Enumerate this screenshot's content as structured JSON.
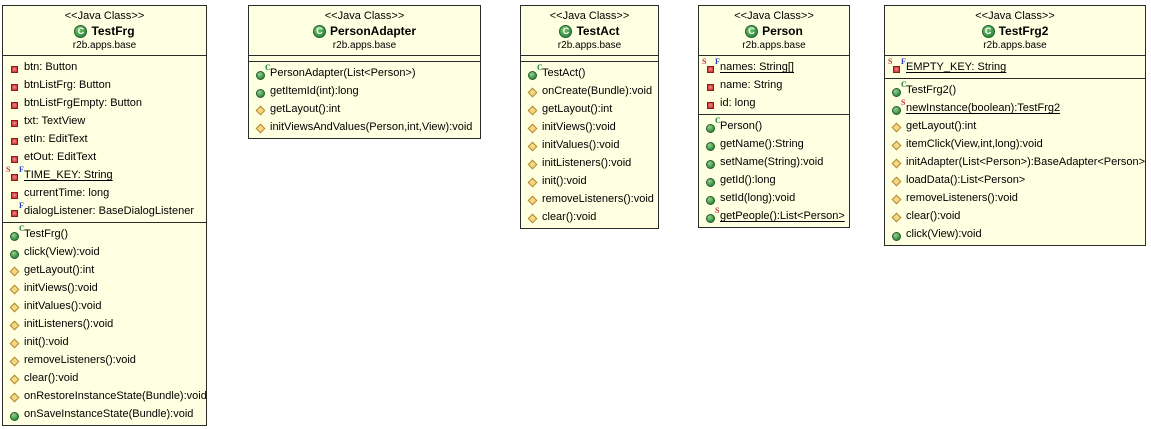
{
  "diagram": {
    "class_icon_letter": "C",
    "colors": {
      "class_fill": "#FFFFE1",
      "border": "#2A2A2A",
      "class_icon_green": "#2F8F3F",
      "public_method_green": "#2E8B3D",
      "protected_method_gold": "#F6D786",
      "private_field_red": "#D23F3F",
      "static_marker_red": "#C42A4A",
      "final_marker_blue": "#2B3FBF",
      "constructor_marker_green": "#0F7D45"
    },
    "icon_legend": {
      "class-icon": "green circle with letter C",
      "private-field-icon": "red square",
      "public-method-icon": "green filled circle",
      "protected-method-icon": "gold diamond",
      "constructor-icon": "green circle with C superscript"
    },
    "classes": [
      {
        "stereotype": "<<Java Class>>",
        "name": "TestFrg",
        "package": "r2b.apps.base",
        "attributes": [
          {
            "text": "btn: Button",
            "icon": "field"
          },
          {
            "text": "btnListFrg: Button",
            "icon": "field"
          },
          {
            "text": "btnListFrgEmpty: Button",
            "icon": "field"
          },
          {
            "text": "txt: TextView",
            "icon": "field"
          },
          {
            "text": "etIn: EditText",
            "icon": "field"
          },
          {
            "text": "etOut: EditText",
            "icon": "field"
          },
          {
            "text": "TIME_KEY: String",
            "icon": "field",
            "sup_left": "S",
            "sup_right": "F",
            "underline": true
          },
          {
            "text": "currentTime: long",
            "icon": "field"
          },
          {
            "text": "dialogListener: BaseDialogListener",
            "icon": "field",
            "sup_right": "F"
          }
        ],
        "methods": [
          {
            "text": "TestFrg()",
            "icon": "public",
            "sup_right": "C"
          },
          {
            "text": "click(View):void",
            "icon": "public"
          },
          {
            "text": "getLayout():int",
            "icon": "protected"
          },
          {
            "text": "initViews():void",
            "icon": "protected"
          },
          {
            "text": "initValues():void",
            "icon": "protected"
          },
          {
            "text": "initListeners():void",
            "icon": "protected"
          },
          {
            "text": "init():void",
            "icon": "protected"
          },
          {
            "text": "removeListeners():void",
            "icon": "protected"
          },
          {
            "text": "clear():void",
            "icon": "protected"
          },
          {
            "text": "onRestoreInstanceState(Bundle):void",
            "icon": "protected"
          },
          {
            "text": "onSaveInstanceState(Bundle):void",
            "icon": "public"
          }
        ]
      },
      {
        "stereotype": "<<Java Class>>",
        "name": "PersonAdapter",
        "package": "r2b.apps.base",
        "attributes": [],
        "methods": [
          {
            "text": "PersonAdapter(List<Person>)",
            "icon": "public",
            "sup_right": "C"
          },
          {
            "text": "getItemId(int):long",
            "icon": "public"
          },
          {
            "text": "getLayout():int",
            "icon": "protected"
          },
          {
            "text": "initViewsAndValues(Person,int,View):void",
            "icon": "protected"
          }
        ]
      },
      {
        "stereotype": "<<Java Class>>",
        "name": "TestAct",
        "package": "r2b.apps.base",
        "attributes": [],
        "methods": [
          {
            "text": "TestAct()",
            "icon": "public",
            "sup_right": "C"
          },
          {
            "text": "onCreate(Bundle):void",
            "icon": "protected"
          },
          {
            "text": "getLayout():int",
            "icon": "protected"
          },
          {
            "text": "initViews():void",
            "icon": "protected"
          },
          {
            "text": "initValues():void",
            "icon": "protected"
          },
          {
            "text": "initListeners():void",
            "icon": "protected"
          },
          {
            "text": "init():void",
            "icon": "protected"
          },
          {
            "text": "removeListeners():void",
            "icon": "protected"
          },
          {
            "text": "clear():void",
            "icon": "protected"
          }
        ]
      },
      {
        "stereotype": "<<Java Class>>",
        "name": "Person",
        "package": "r2b.apps.base",
        "attributes": [
          {
            "text": "names: String[]",
            "icon": "field",
            "sup_left": "S",
            "sup_right": "F",
            "underline": true
          },
          {
            "text": "name: String",
            "icon": "field"
          },
          {
            "text": "id: long",
            "icon": "field"
          }
        ],
        "methods": [
          {
            "text": "Person()",
            "icon": "public",
            "sup_right": "C"
          },
          {
            "text": "getName():String",
            "icon": "public"
          },
          {
            "text": "setName(String):void",
            "icon": "public"
          },
          {
            "text": "getId():long",
            "icon": "public"
          },
          {
            "text": "setId(long):void",
            "icon": "public"
          },
          {
            "text": "getPeople():List<Person>",
            "icon": "public",
            "sup_right": "S",
            "underline": true
          }
        ]
      },
      {
        "stereotype": "<<Java Class>>",
        "name": "TestFrg2",
        "package": "r2b.apps.base",
        "attributes": [
          {
            "text": "EMPTY_KEY: String",
            "icon": "field",
            "sup_left": "S",
            "sup_right": "F",
            "underline": true
          }
        ],
        "methods": [
          {
            "text": "TestFrg2()",
            "icon": "public",
            "sup_right": "C"
          },
          {
            "text": "newInstance(boolean):TestFrg2",
            "icon": "public",
            "sup_right": "S",
            "underline": true
          },
          {
            "text": "getLayout():int",
            "icon": "protected"
          },
          {
            "text": "itemClick(View,int,long):void",
            "icon": "protected"
          },
          {
            "text": "initAdapter(List<Person>):BaseAdapter<Person>",
            "icon": "protected"
          },
          {
            "text": "loadData():List<Person>",
            "icon": "protected"
          },
          {
            "text": "removeListeners():void",
            "icon": "protected"
          },
          {
            "text": "clear():void",
            "icon": "protected"
          },
          {
            "text": "click(View):void",
            "icon": "public"
          }
        ]
      }
    ]
  }
}
